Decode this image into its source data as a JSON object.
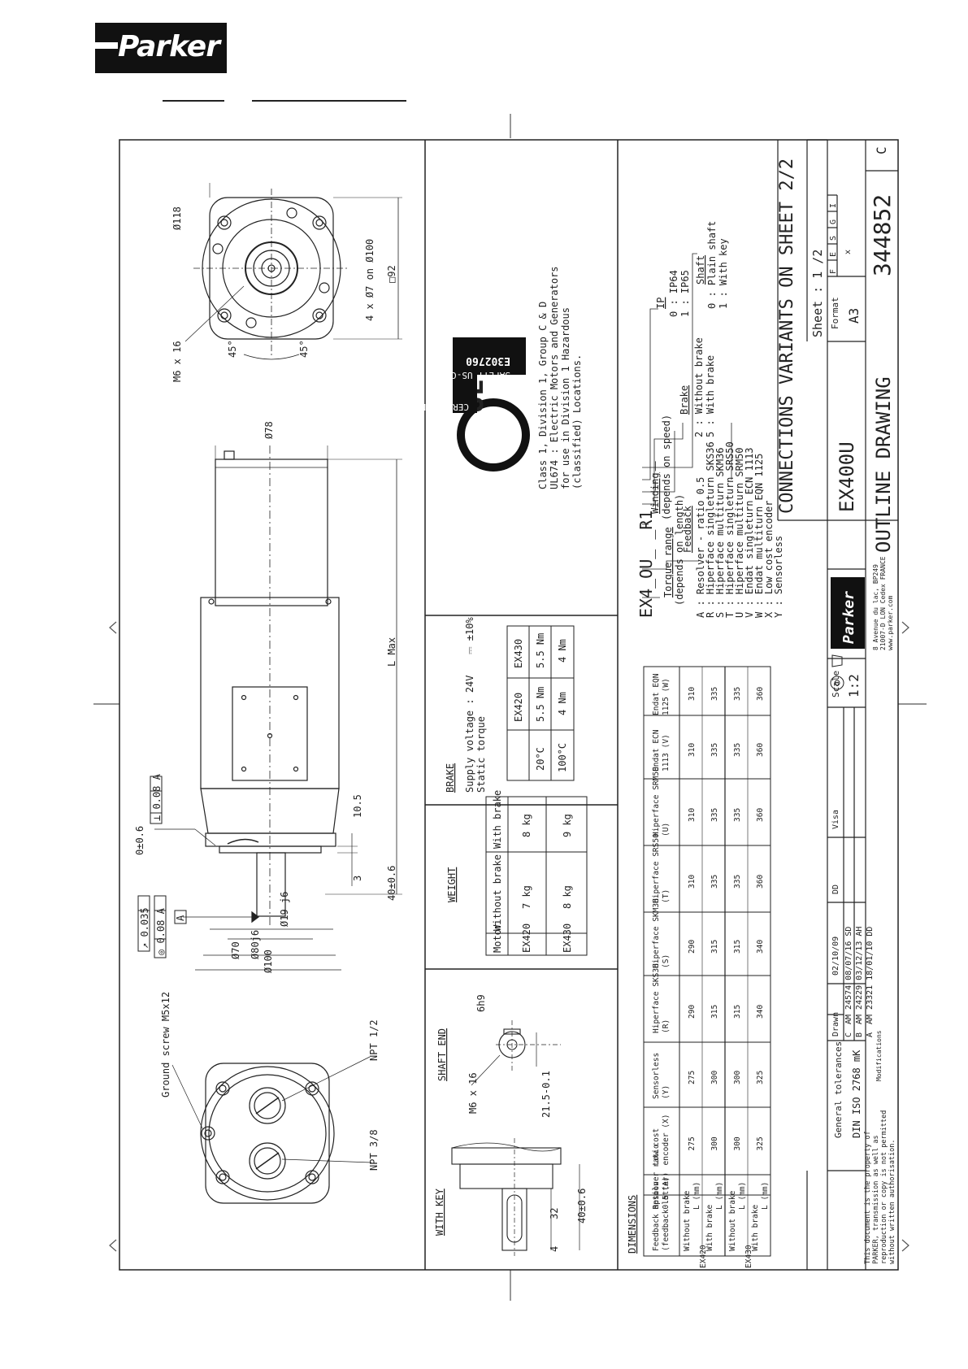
{
  "logo": {
    "text": "Parker"
  },
  "certification": {
    "mark": "UL",
    "certified": "CERTIFIED",
    "safety": "SAFETY US-CA",
    "file_number": "E302760",
    "lines": [
      "Class 1, Division 1, Group C & D",
      "UL674 : Electric Motors and Generators",
      "for use in Division 1 Hazardous",
      "(classified) Locations."
    ]
  },
  "front_view": {
    "labels": {
      "d118": "Ø118",
      "holes": "4 x Ø7 on Ø100",
      "square": "□92",
      "tap": "M6 x 16",
      "angle1": "45°",
      "angle2": "45°"
    }
  },
  "side_view": {
    "labels": {
      "d78": "Ø78",
      "lmax": "L Max",
      "tol1": "0±0.6",
      "perp": "⊥ 0.08 A",
      "run": "↗ 0.035",
      "conc": "◎ 0.08 A",
      "datum": "A",
      "d19": "Ø19 j6",
      "d70": "Ø70",
      "d80": "Ø80j6",
      "d100": "Ø100",
      "dim105": "10.5",
      "dim3": "3",
      "dim40": "40±0.6"
    }
  },
  "rear_view": {
    "labels": {
      "ground": "Ground screw M5x12",
      "npt12": "NPT 1/2",
      "npt38": "NPT 3/8"
    }
  },
  "shaft_end": {
    "titles": {
      "with_key": "WITH KEY",
      "shaft_end": "SHAFT END"
    },
    "labels": {
      "m6": "M6 x 16",
      "d215": "21.5-0.1",
      "h6": "6h9",
      "d32": "32",
      "d4": "4",
      "d40": "40±0.6"
    }
  },
  "weight": {
    "title": "WEIGHT",
    "headers": [
      "Motor",
      "Without brake",
      "With brake"
    ],
    "rows": [
      [
        "EX420",
        "7 kg",
        "8 kg"
      ],
      [
        "EX430",
        "8 kg",
        "9 kg"
      ]
    ]
  },
  "brake": {
    "title": "BRAKE",
    "supply": "Supply voltage : 24V",
    "supply_tol": "⎓ ±10%",
    "static": "Static torque",
    "headers": [
      "",
      "EX420",
      "EX430"
    ],
    "rows": [
      [
        "20°C",
        "5.5 Nm",
        "5.5 Nm"
      ],
      [
        "100°C",
        "4 Nm",
        "4 Nm"
      ]
    ]
  },
  "dimensions": {
    "title": "DIMENSIONS",
    "headers": [
      "Feedback option (feedback letter)",
      "",
      "Resolver ratio 0.5 (A)",
      "Low cost encoder (X)",
      "Sensorless (Y)",
      "Hiperface SKS36 (R)",
      "Hiperface SKM36 (S)",
      "Hiperface SRS50 (T)",
      "Hiperface SRM50 (U)",
      "Endat ECN 1113 (V)",
      "Endat EQN 1125 (W)"
    ],
    "groups": [
      "EX420",
      "EX430"
    ],
    "rows": [
      {
        "label": "Without brake",
        "unit": "L (mm)",
        "values": [
          "275",
          "",
          "290",
          "",
          "310",
          "",
          "310"
        ]
      },
      {
        "label": "With brake",
        "unit": "L (mm)",
        "values": [
          "300",
          "",
          "315",
          "",
          "335",
          "",
          "335"
        ]
      },
      {
        "label": "Without brake",
        "unit": "L (mm)",
        "values": [
          "300",
          "",
          "315",
          "",
          "335",
          "",
          "335"
        ]
      },
      {
        "label": "With brake",
        "unit": "L (mm)",
        "values": [
          "325",
          "",
          "340",
          "",
          "360",
          "",
          "360"
        ]
      }
    ]
  },
  "code": {
    "pattern": "EX4_OU_ _R1_ _ _",
    "torque": "Torque range",
    "torque_sub": "(depends on length)",
    "winding": "Winding",
    "winding_sub": "(depends on speed)",
    "feedback": "Feedback",
    "feedback_items": [
      "A : Resolver - ratio 0.5",
      "R : Hiperface singleturn SKS36",
      "S : Hiperface multiturn SKM36",
      "T : Hiperface singleturn SRS50",
      "U : Hiperface multiturn SRM50",
      "V : Endat singleturn ECN 1113",
      "W : Endat multiturn EQN 1125",
      "X : Low cost encoder",
      "Y : Sensorless"
    ],
    "brake": "Brake",
    "brake_items": [
      "2 : Without brake",
      "5 : With brake"
    ],
    "ip": "IP",
    "ip_items": [
      "0 : IP64",
      "1 : IP65"
    ],
    "shaft": "Shaft",
    "shaft_items": [
      "0 : Plain shaft",
      "1 : With key"
    ]
  },
  "title_block": {
    "connections": "CONNECTIONS VARIANTS ON SHEET 2/2",
    "sheet": "Sheet : 1 /2",
    "model": "EX400U",
    "drawing": "OUTLINE DRAWING",
    "number": "344852",
    "rev": "C",
    "format_label": "Format",
    "format": "A3",
    "scale_label": "Scale",
    "scale": "1:2",
    "fesgi": [
      "F",
      "E",
      "S",
      "G",
      "I"
    ],
    "fesgi_mark": "x",
    "address": [
      "8 Avenue du lac, BP249",
      "21007-D LON Cedex FRANCE",
      "www.parker.com"
    ],
    "drawn_label": "Drawn",
    "drawn_date": "02/10/09",
    "drawn_by": "DD",
    "visa": "Visa",
    "modifications": [
      [
        "C",
        "AM 24574 08/07/16 SD"
      ],
      [
        "B",
        "AM 24229 03/12/13 AH"
      ],
      [
        "A",
        "AM 23321 18/01/10 DD"
      ]
    ],
    "mod_label": "Modifications",
    "tolerances": "General tolerances",
    "tol_std": "DIN ISO 2768 mK",
    "property": [
      "This document is the property of",
      "PARKER, transmission as well as",
      "reproduction or copy is not permitted",
      "without written authorisation."
    ]
  }
}
